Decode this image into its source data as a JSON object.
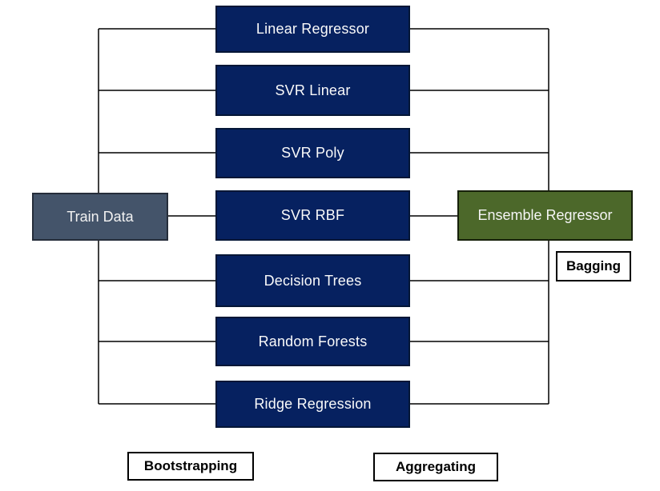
{
  "diagram": {
    "source": {
      "label": "Train Data"
    },
    "models": [
      {
        "label": "Linear Regressor"
      },
      {
        "label": "SVR Linear"
      },
      {
        "label": "SVR Poly"
      },
      {
        "label": "SVR RBF"
      },
      {
        "label": "Decision Trees"
      },
      {
        "label": "Random Forests"
      },
      {
        "label": "Ridge Regression"
      }
    ],
    "ensemble": {
      "label": "Ensemble Regressor"
    },
    "annotations": {
      "bagging": "Bagging",
      "bootstrapping": "Bootstrapping",
      "aggregating": "Aggregating"
    },
    "colors": {
      "model_fill": "#062160",
      "model_border": "#041636",
      "source_fill": "#44546a",
      "source_border": "#252d3a",
      "ensemble_fill": "#4c682a",
      "ensemble_border": "#16200a",
      "line": "#000000",
      "box_text": "#fafafa",
      "tag_text": "#000000",
      "background": "#ffffff"
    }
  }
}
